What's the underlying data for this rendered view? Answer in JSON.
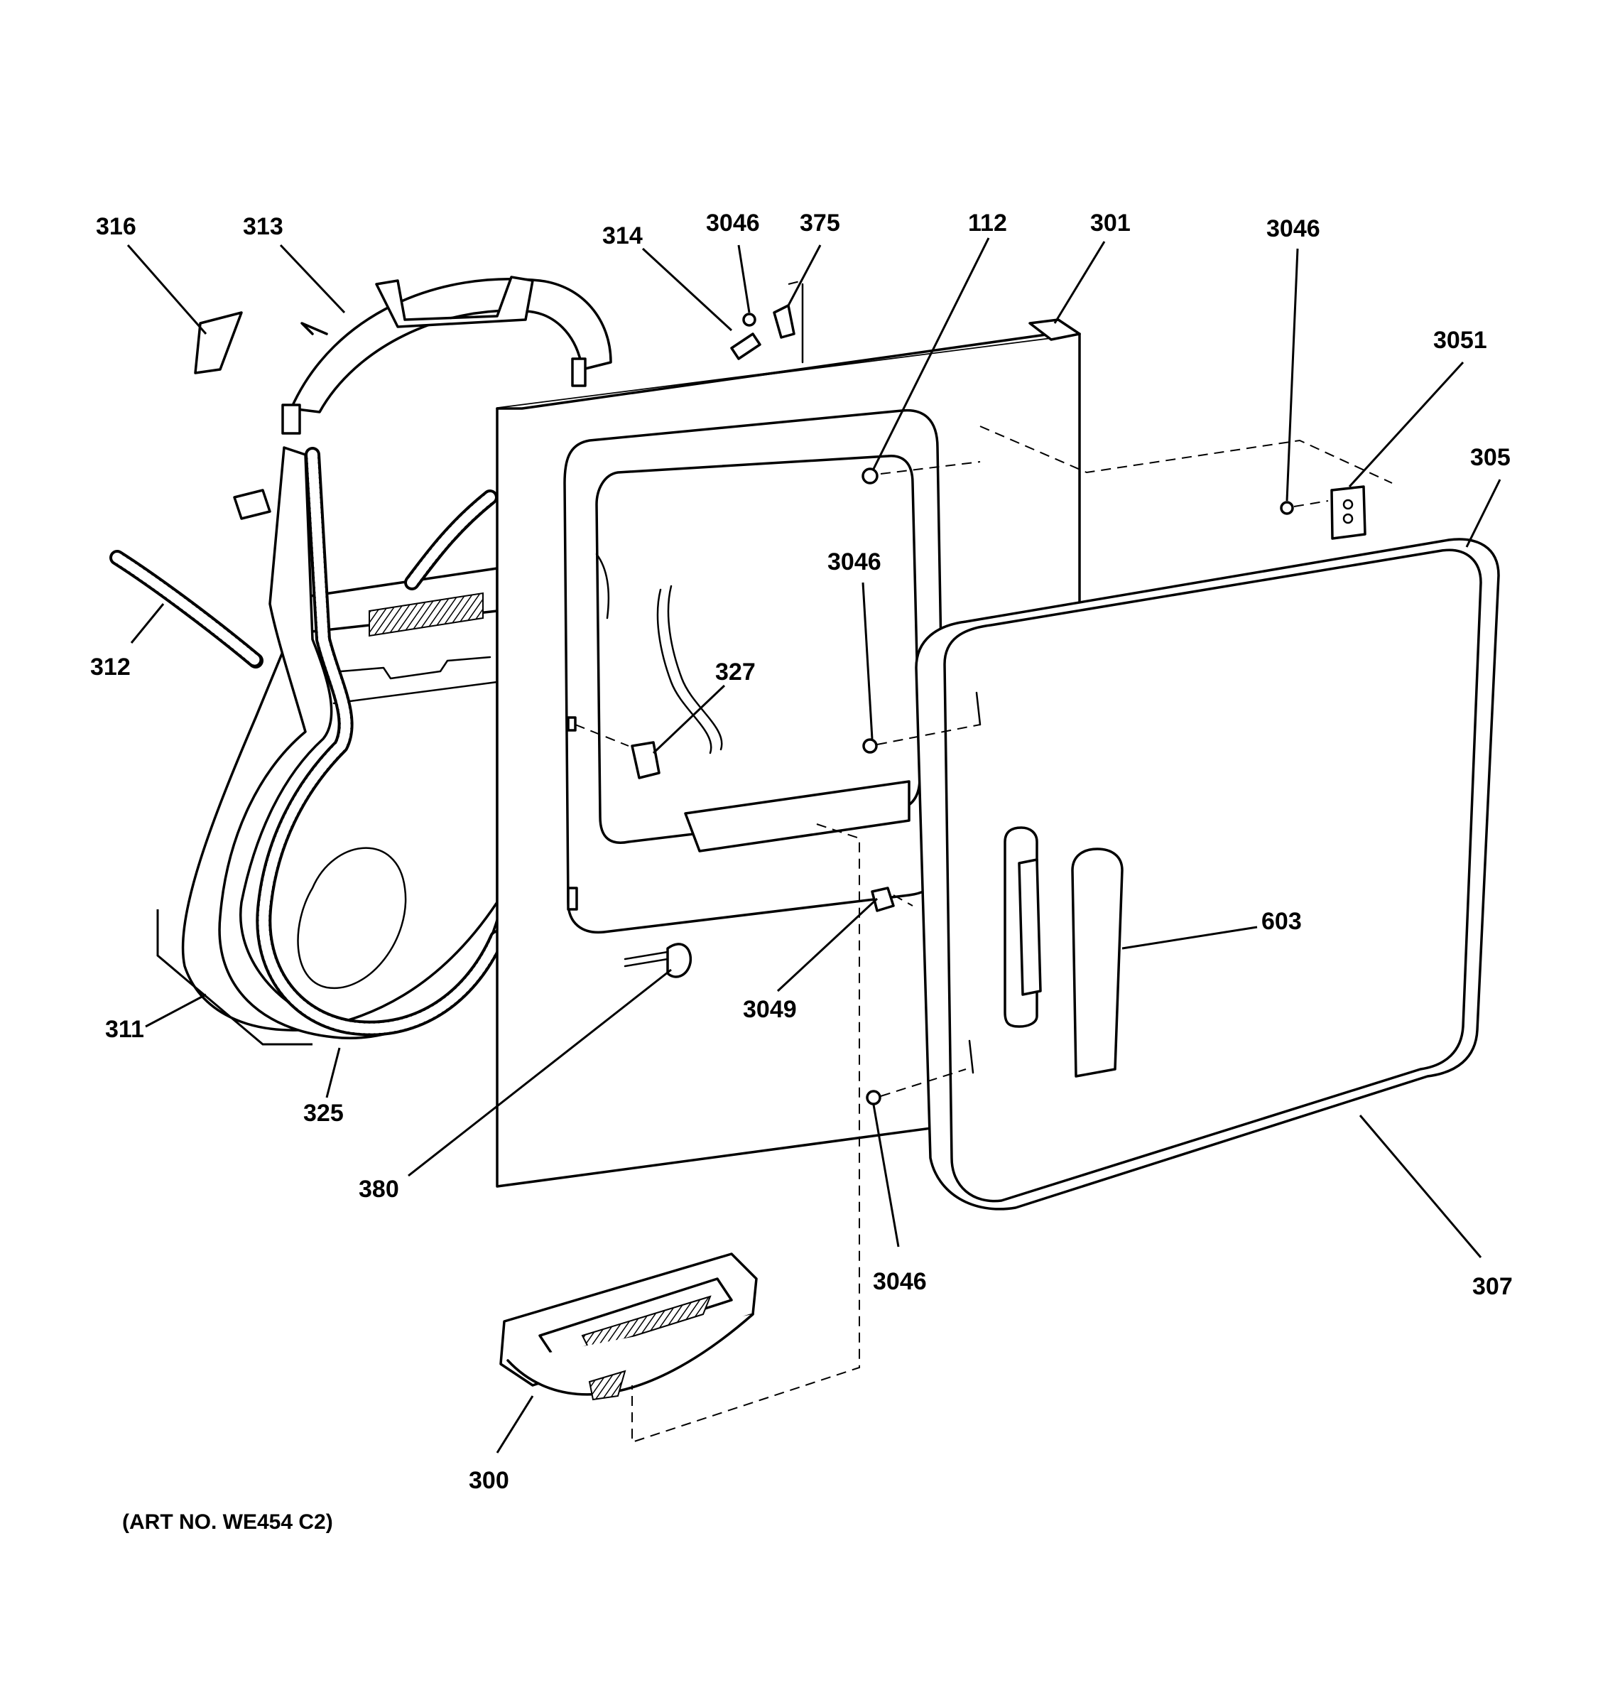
{
  "callouts": {
    "c316": "316",
    "c313": "313",
    "c314": "314",
    "c3046_top": "3046",
    "c375": "375",
    "c112": "112",
    "c301": "301",
    "c3046_right": "3046",
    "c3051": "3051",
    "c305": "305",
    "c3046_mid": "3046",
    "c312": "312",
    "c327": "327",
    "c603": "603",
    "c3049": "3049",
    "c311": "311",
    "c325": "325",
    "c380": "380",
    "c3046_bottom": "3046",
    "c307": "307",
    "c300": "300"
  },
  "caption": "(ART NO. WE454 C2)"
}
